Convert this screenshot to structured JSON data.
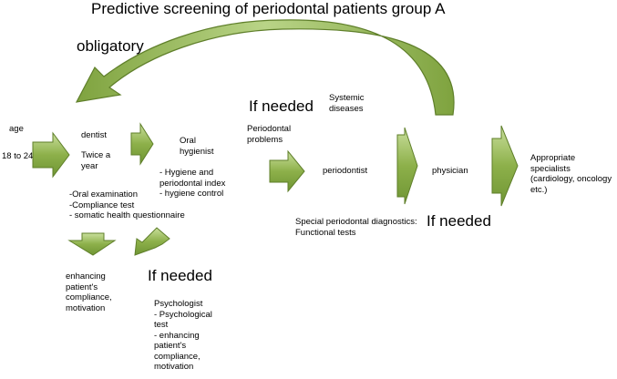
{
  "title": "Predictive screening of periodontal patients group A",
  "labels": {
    "obligatory": "obligatory",
    "age": "age",
    "age_range": "18 to 24",
    "dentist": "dentist",
    "twice_a_year": "Twice a\nyear",
    "oral_hygienist": "Oral\nhygienist",
    "hygiene_list": "- Hygiene and\nperiodontal index\n- hygiene control",
    "dentist_tasks": "-Oral examination\n-Compliance test\n- somatic health questionnaire",
    "if_needed_1": "If needed",
    "periodontal_problems": "Periodontal\nproblems",
    "systemic_diseases": "Systemic\ndiseases",
    "periodontist": "periodontist",
    "physician": "physician",
    "appropriate_specialists": "Appropriate\nspecialists\n(cardiology, oncology\netc.)",
    "special_diagnostics": "Special periodontal diagnostics:\nFunctional tests",
    "if_needed_2": "If needed",
    "compliance": "enhancing\npatient's\ncompliance,\nmotivation",
    "if_needed_3": "If needed",
    "psychologist": "Psychologist\n- Psychological\ntest\n- enhancing\npatient's\ncompliance,\nmotivation"
  },
  "colors": {
    "arrow_fill": "#8db04a",
    "arrow_light": "#c6dc98",
    "arrow_stroke": "#5f7f2a"
  }
}
